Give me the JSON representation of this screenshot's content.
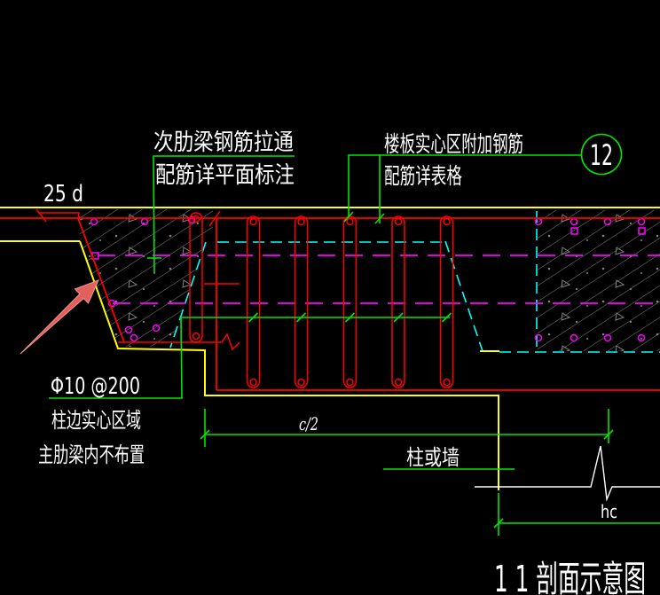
{
  "colors": {
    "background": "#000000",
    "yellow": "#ffff00",
    "red": "#ff0000",
    "green": "#00e600",
    "cyan": "#00ffff",
    "magenta": "#ff00ff",
    "hatch_gray": "#828282",
    "white": "#ffffff",
    "arrow": "#e2605c",
    "arrow_light": "#f0958a"
  },
  "annotations": {
    "lap_length": "25 d",
    "secondary_beam_note": {
      "line1": "次肋梁钢筋拉通",
      "line2": "配筋详平面标注"
    },
    "solid_zone_note": {
      "line1": "楼板实心区附加钢筋",
      "line2": "配筋详表格"
    },
    "detail_bubble": {
      "number": "12"
    },
    "stirrup_note": {
      "line1": "Φ10 @200",
      "line2": "柱边实心区域",
      "line3": "主肋梁内不布置"
    },
    "dim_c2": "c/2",
    "column_label": "柱或墙",
    "dim_hc": "hc",
    "caption": "1 1 剖面示意图"
  },
  "shape_names": {
    "detail_bubble": "green-circle-with-number",
    "callout_arrow": "thick-salmon-arrow-pointing-up-right",
    "hatch": "gray-diagonal-concrete-hatch"
  }
}
